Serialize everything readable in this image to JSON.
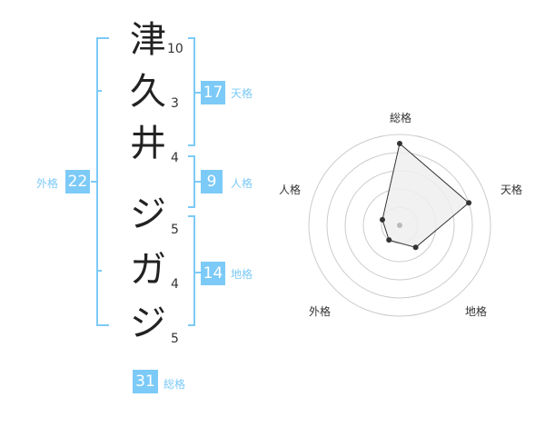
{
  "name_chars": [
    {
      "char": "津",
      "strokes": "10"
    },
    {
      "char": "久",
      "strokes": "3"
    },
    {
      "char": "井",
      "strokes": "4"
    },
    {
      "char": "ジ",
      "strokes": "5"
    },
    {
      "char": "ガ",
      "strokes": "4"
    },
    {
      "char": "ジ",
      "strokes": "5"
    }
  ],
  "fortune": {
    "tenkaku": {
      "value": "17",
      "label": "天格"
    },
    "jinkaku": {
      "value": "9",
      "label": "人格"
    },
    "chikaku": {
      "value": "14",
      "label": "地格"
    },
    "gaikaku": {
      "value": "22",
      "label": "外格"
    },
    "soukaku": {
      "value": "31",
      "label": "総格"
    }
  },
  "colors": {
    "accent": "#7ccaf7",
    "text": "#222222"
  },
  "chart_data": {
    "type": "radar",
    "axes": [
      "総格",
      "天格",
      "地格",
      "外格",
      "人格"
    ],
    "values": [
      4.5,
      4,
      1.5,
      1,
      1
    ],
    "rmax": 5,
    "rings": 5,
    "grid": true,
    "colors": {
      "line": "#333333",
      "fill": "#efefef",
      "grid": "#cccccc",
      "center": "#bbbbbb"
    }
  }
}
